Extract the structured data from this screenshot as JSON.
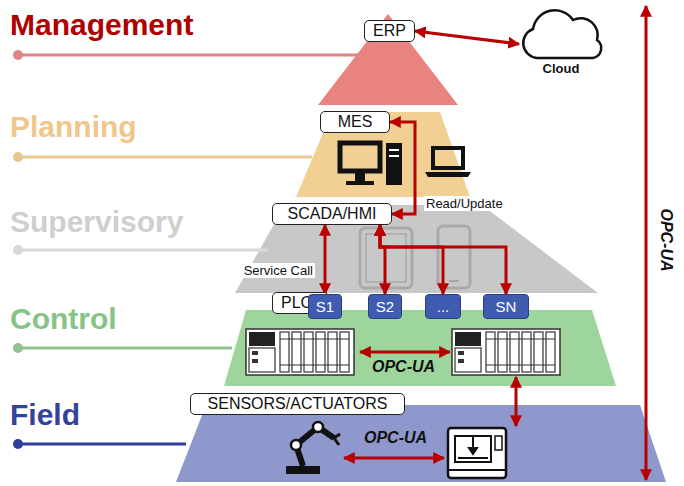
{
  "diagram": {
    "nodes": [
      {
        "text": [
          "ERP"
        ]
      },
      {
        "text": [
          "Cloud"
        ]
      },
      {
        "text": [
          "MES"
        ]
      },
      {
        "text": [
          "SCADA/HMI"
        ]
      },
      {
        "text": [
          "PLCs"
        ]
      },
      {
        "text": [
          "S1"
        ]
      },
      {
        "text": [
          "S2"
        ]
      },
      {
        "text": [
          "..."
        ]
      },
      {
        "text": [
          "SN"
        ]
      },
      {
        "text": [
          "SENSORS/ACTUATORS"
        ]
      }
    ],
    "edges": [
      {
        "from": 0,
        "to": 1,
        "arrow": "both"
      },
      {
        "from": 2,
        "to": 3,
        "arrow": "both",
        "label": "Read/Update"
      },
      {
        "from": 3,
        "to": 5,
        "arrow": "both",
        "label": "Service Call"
      },
      {
        "from": 3,
        "to": 6,
        "arrow": "both"
      },
      {
        "from": 3,
        "to": 7,
        "arrow": "both"
      },
      {
        "from": 3,
        "to": 8,
        "arrow": "both"
      }
    ],
    "labels": [
      "Management",
      "Planning",
      "Supervisory",
      "Control",
      "Field",
      "OPC-UA",
      "OPC-UA",
      "OPC-UA"
    ]
  }
}
